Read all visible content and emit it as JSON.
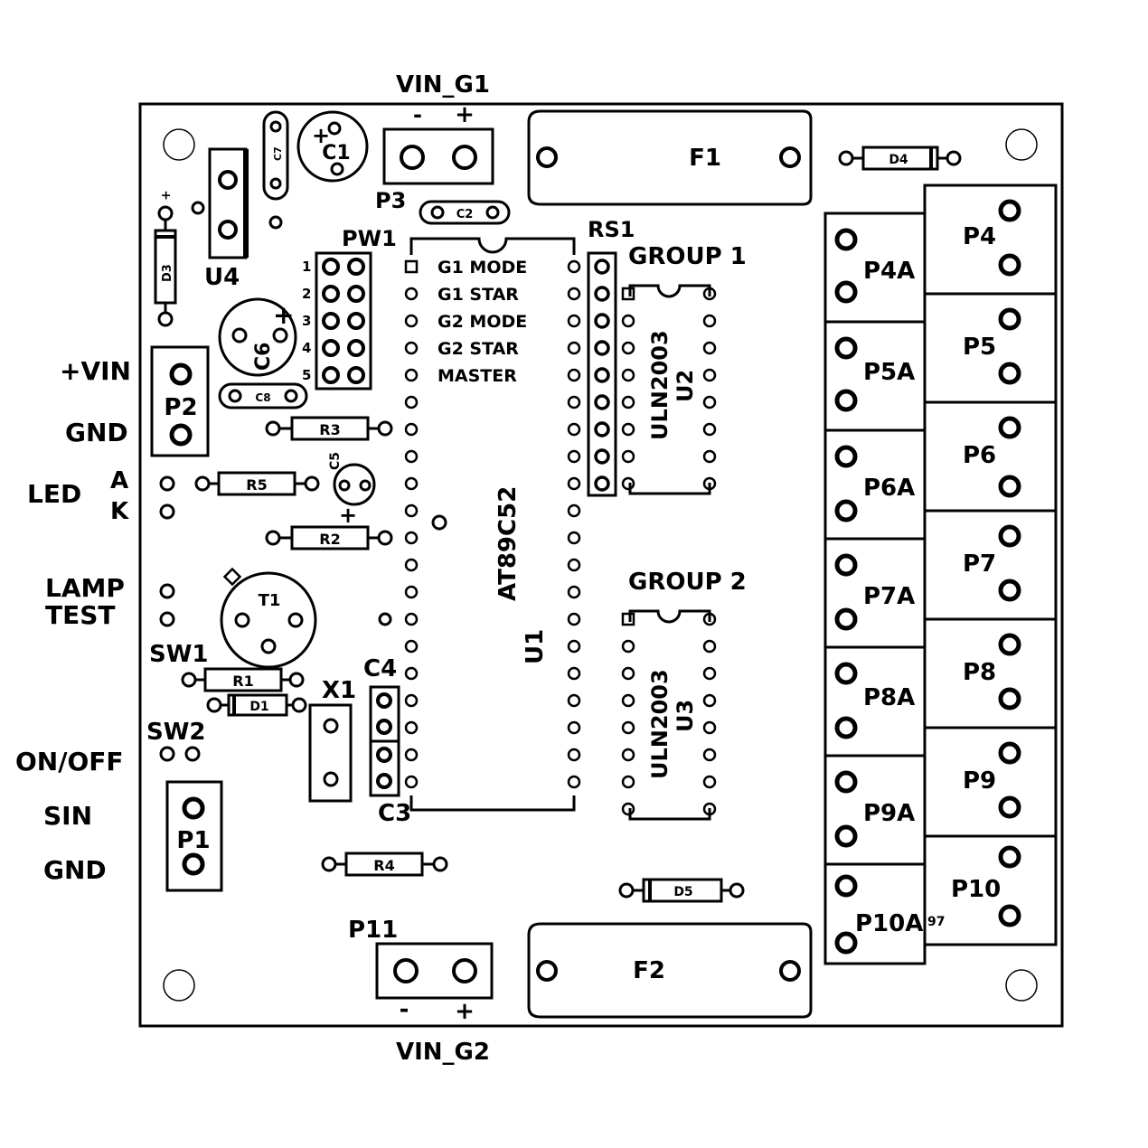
{
  "power": {
    "vin_g1": "VIN_G1",
    "vin_g2": "VIN_G2",
    "minus": "-",
    "plus": "+"
  },
  "connectors": {
    "p1": "P1",
    "p2": "P2",
    "p3": "P3",
    "p11": "P11",
    "p4": "P4",
    "p5": "P5",
    "p6": "P6",
    "p7": "P7",
    "p8": "P8",
    "p9": "P9",
    "p10": "P10",
    "p4a": "P4A",
    "p5a": "P5A",
    "p6a": "P6A",
    "p7a": "P7A",
    "p8a": "P8A",
    "p9a": "P9A",
    "p10a": "P10A",
    "p10a_note": "97"
  },
  "fuses": {
    "f1": "F1",
    "f2": "F2"
  },
  "side_labels": {
    "vin_plus": "+VIN",
    "gnd_top": "GND",
    "led": "LED",
    "anode": "A",
    "cathode": "K",
    "lamp": "LAMP",
    "test": "TEST",
    "sw1": "SW1",
    "sw2": "SW2",
    "on_off": "ON/OFF",
    "sin": "SIN",
    "gnd_bottom": "GND"
  },
  "components": {
    "u1": "U1",
    "u1_part": "AT89C52",
    "u2": "U2",
    "u2_part": "ULN2003",
    "u3": "U3",
    "u3_part": "ULN2003",
    "u4": "U4",
    "pw1": "PW1",
    "rs1": "RS1",
    "group1": "GROUP 1",
    "group2": "GROUP 2",
    "c1": "C1",
    "c2": "C2",
    "c3": "C3",
    "c4": "C4",
    "c5": "C5",
    "c6": "C6",
    "c7": "C7",
    "c8": "C8",
    "r1": "R1",
    "r2": "R2",
    "r3": "R3",
    "r4": "R4",
    "r5": "R5",
    "d1": "D1",
    "d3": "D3",
    "d4": "D4",
    "d5": "D5",
    "t1": "T1",
    "x1": "X1"
  },
  "pw1_rows": [
    {
      "num": "1",
      "label": "G1 MODE"
    },
    {
      "num": "2",
      "label": "G1 STAR"
    },
    {
      "num": "3",
      "label": "G2 MODE"
    },
    {
      "num": "4",
      "label": "G2 STAR"
    },
    {
      "num": "5",
      "label": "MASTER"
    }
  ]
}
